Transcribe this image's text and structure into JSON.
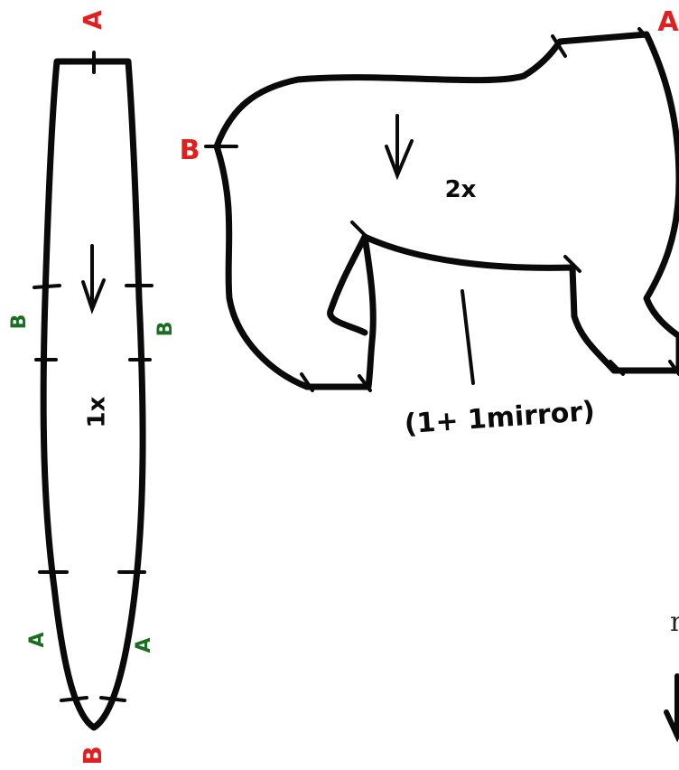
{
  "colors": {
    "outline": "#0a0a0a",
    "main_marker": "#e0201f",
    "sub_marker": "#1a6e22"
  },
  "gusset": {
    "label_top": "A",
    "label_bottom": "B",
    "count": "1x",
    "left_marks": [
      "B",
      "A"
    ],
    "right_marks": [
      "B",
      "A"
    ]
  },
  "body_piece": {
    "label_top": "A",
    "label_left": "B",
    "count": "2x",
    "note": "(1+ 1mirror)"
  },
  "edge_text": {
    "right_fragment": "n"
  },
  "icons": [
    "grainline-arrow-icon",
    "grainline-arrow-icon",
    "arrow-down-icon"
  ]
}
